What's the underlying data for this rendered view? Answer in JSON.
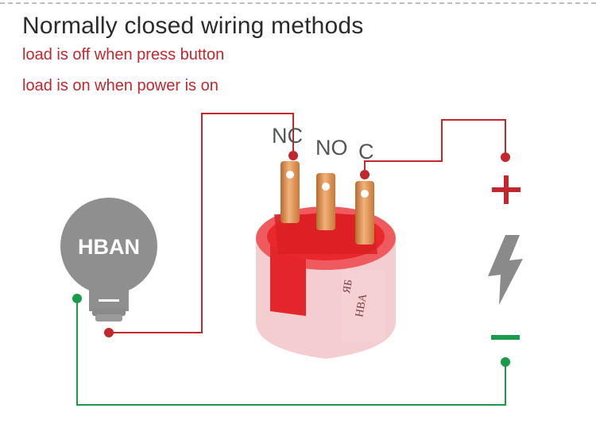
{
  "header": {
    "title": "Normally closed wiring methods",
    "line1": "load is off when press button",
    "line2": "load is  on when power is on"
  },
  "diagram": {
    "terminals": {
      "nc": "NC",
      "no": "NO",
      "c": "C"
    },
    "bulb_label": "HBAN",
    "plus_icon": "plus-icon",
    "minus_icon": "minus-icon",
    "power_icon": "lightning-bolt-icon",
    "colors": {
      "red_wire": "#c1272d",
      "green_wire": "#1a9b4c",
      "bulb": "#8f8f8f",
      "switch_body": "#e8282c"
    }
  }
}
